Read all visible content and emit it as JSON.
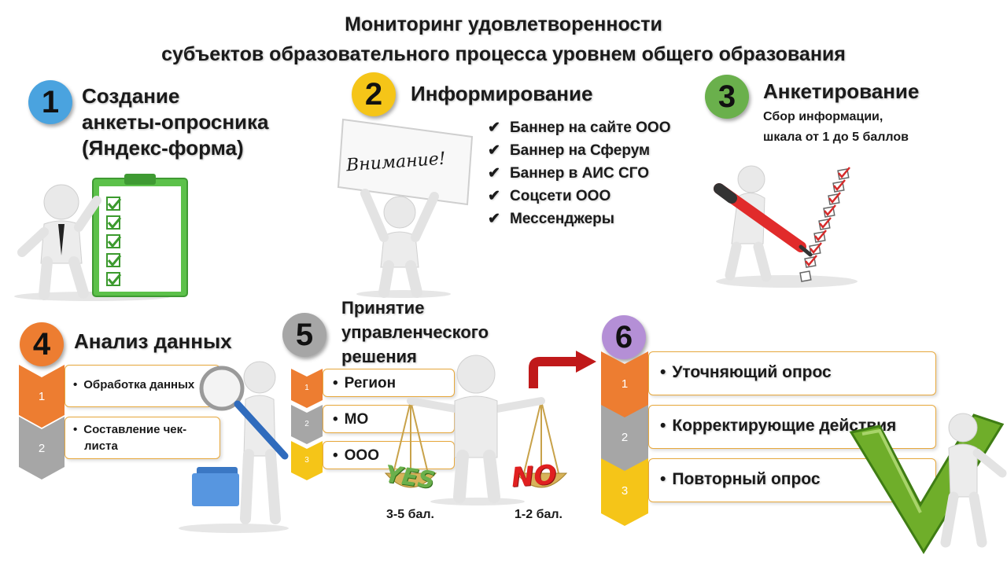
{
  "title": {
    "line1": "Мониторинг удовлетворенности",
    "line2": "субъектов образовательного процесса уровнем общего образования"
  },
  "colors": {
    "blue": "#4aa3df",
    "yellow": "#f5c518",
    "green": "#6ab04c",
    "orange": "#ed7d31",
    "gray": "#a6a6a6",
    "purple": "#b48fd6",
    "box_border": "#e7a83c",
    "checkmark": "#5a9e1c"
  },
  "step1": {
    "number": "1",
    "title_l1": "Создание",
    "title_l2": "анкеты-опросника",
    "title_l3": "(Яндекс-форма)"
  },
  "step2": {
    "number": "2",
    "title": "Информирование",
    "sign_text": "Внимание!",
    "items": [
      "Баннер на сайте  ООО",
      "Баннер на Сферум",
      "Баннер в АИС СГО",
      "Соцсети ООО",
      "Мессенджеры"
    ]
  },
  "step3": {
    "number": "3",
    "title": "Анкетирование",
    "desc_l1": "Сбор информации,",
    "desc_l2": "шкала от 1 до 5 баллов"
  },
  "step4": {
    "number": "4",
    "title": "Анализ данных",
    "items": [
      {
        "n": "1",
        "text": "Обработка данных"
      },
      {
        "n": "2",
        "text_l1": "Составление чек-",
        "text_l2": "листа"
      }
    ]
  },
  "step5": {
    "number": "5",
    "title_l1": "Принятие",
    "title_l2": "управленческого",
    "title_l3": "решения",
    "items": [
      {
        "n": "1",
        "text": "Регион"
      },
      {
        "n": "2",
        "text": "МО"
      },
      {
        "n": "3",
        "text": "ООО"
      }
    ],
    "yes": "YES",
    "no": "NO",
    "yes_score": "3-5 бал.",
    "no_score": "1-2 бал."
  },
  "step6": {
    "number": "6",
    "items": [
      {
        "n": "1",
        "text": "Уточняющий опрос"
      },
      {
        "n": "2",
        "text": "Корректирующие действия"
      },
      {
        "n": "3",
        "text": "Повторный опрос"
      }
    ]
  }
}
